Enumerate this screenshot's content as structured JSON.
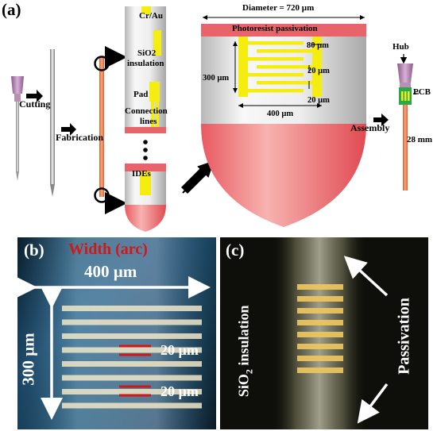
{
  "panel_a": {
    "letter": "(a)",
    "step_cutting": "Cutting",
    "step_fabrication": "Fabrication",
    "step_assembly": "Assembly",
    "layer_cr_au": "Cr/Au",
    "layer_sio2_line1": "SiO2",
    "layer_sio2_line2": "insulation",
    "pad": "Pad",
    "connection_line1": "Connection",
    "connection_line2": "lines",
    "ides": "IDEs",
    "diameter": "Diameter = 720 µm",
    "photoresist": "Photoresist passivation",
    "dim_80": "80 µm",
    "dim_300": "300 µm",
    "dim_20a": "20 µm",
    "dim_20b": "20 µm",
    "dim_400": "400 µm",
    "hub": "Hub",
    "pcb": "PCB",
    "length": "28 mm",
    "colors": {
      "gold": "#f5ec10",
      "passivation": "#e8646a",
      "needle": "#f08a5a",
      "pcb": "#2aa84a"
    }
  },
  "panel_b": {
    "letter": "(b)",
    "width_label": "Width (arc)",
    "width_value": "400 µm",
    "height_value": "300 µm",
    "gap_1": "20 µm",
    "gap_2": "20 µm"
  },
  "panel_c": {
    "letter": "(c)",
    "insulation_main": "SiO",
    "insulation_sub": "2",
    "insulation_rest": " insulation",
    "passivation": "Passivation"
  }
}
